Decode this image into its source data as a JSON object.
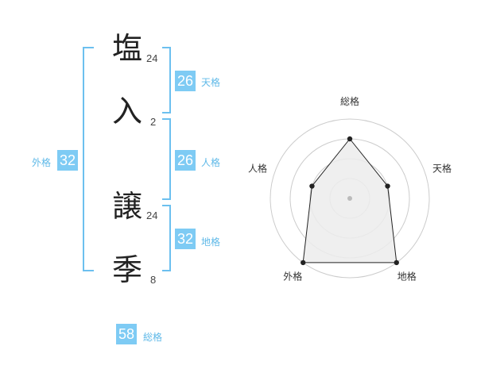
{
  "name": {
    "chars": [
      {
        "char": "塩",
        "strokes": "24"
      },
      {
        "char": "入",
        "strokes": "2"
      },
      {
        "char": "譲",
        "strokes": "24"
      },
      {
        "char": "季",
        "strokes": "8"
      }
    ]
  },
  "fortunes": {
    "tenkaku": {
      "value": "26",
      "label": "天格"
    },
    "jinkaku": {
      "value": "26",
      "label": "人格"
    },
    "chikaku": {
      "value": "32",
      "label": "地格"
    },
    "gaikaku": {
      "value": "32",
      "label": "外格"
    },
    "soukaku": {
      "value": "58",
      "label": "総格"
    }
  },
  "radar": {
    "axes": [
      "総格",
      "天格",
      "地格",
      "外格",
      "人格"
    ],
    "levels": 4,
    "values": [
      3,
      2,
      4,
      4,
      2
    ],
    "max": 4,
    "colors": {
      "fill": "#ececec",
      "stroke": "#222222",
      "ring": "#cccccc",
      "accent": "#7ecbf4"
    }
  }
}
